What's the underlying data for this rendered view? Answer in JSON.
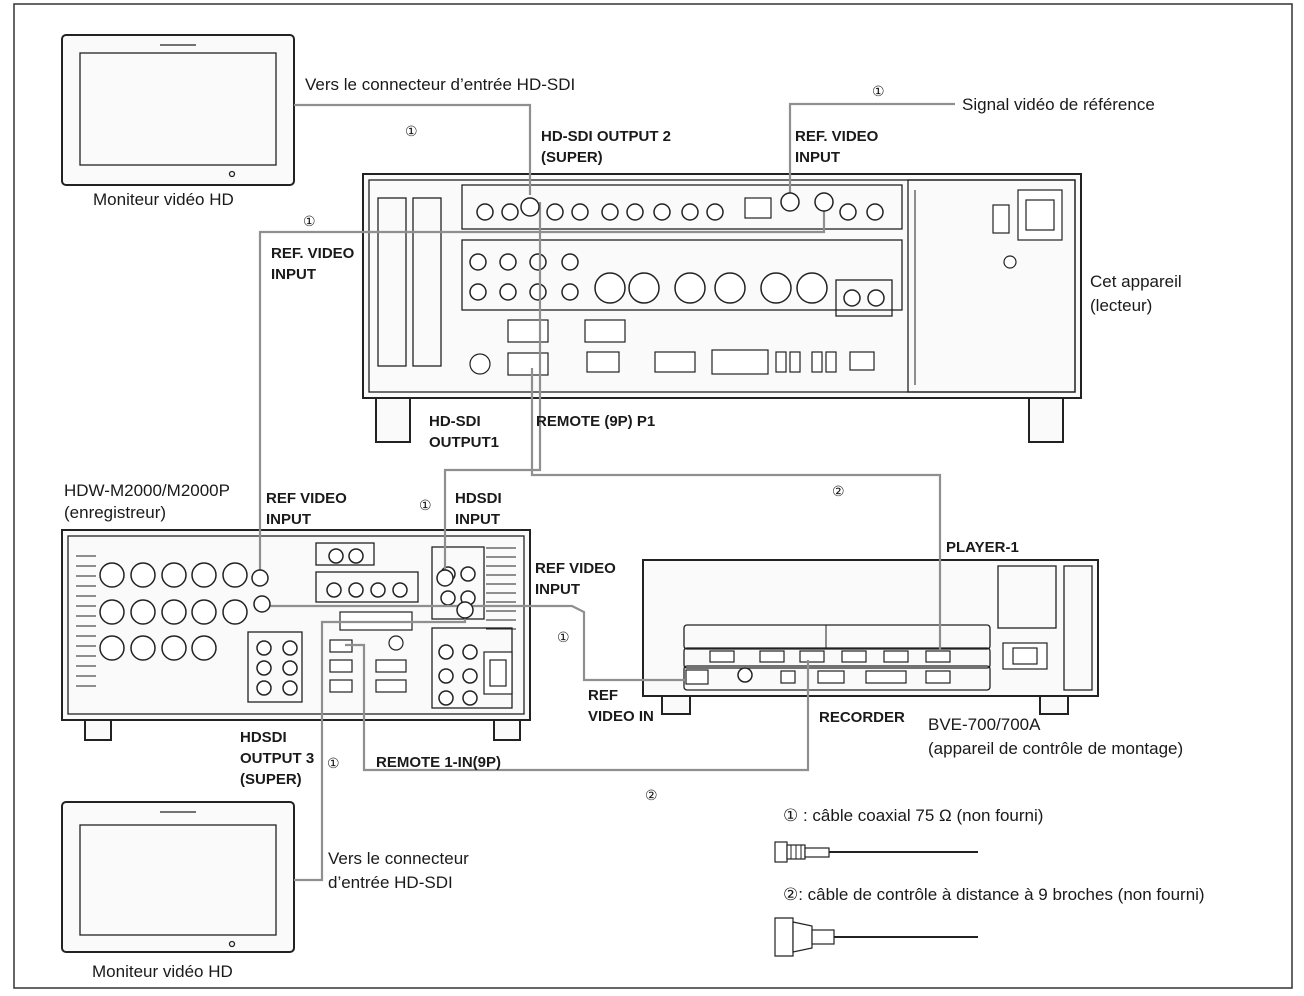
{
  "labels": {
    "monitor_top": "Moniteur vidéo HD",
    "monitor_bottom": "Moniteur vidéo HD",
    "vers_hdsdi_top": "Vers le connecteur d’entrée HD-SDI",
    "vers_hdsdi_bottom_1": "Vers le connecteur",
    "vers_hdsdi_bottom_2": "d’entrée HD-SDI",
    "signal_ref": "Signal vidéo de référence",
    "hdsdi_output2_1": "HD-SDI OUTPUT 2",
    "hdsdi_output2_2": "(SUPER)",
    "ref_video_input_top_1": "REF. VIDEO",
    "ref_video_input_top_2": "INPUT",
    "ref_video_input_left_1": "REF. VIDEO",
    "ref_video_input_left_2": "INPUT",
    "cet_appareil_1": "Cet appareil",
    "cet_appareil_2": "(lecteur)",
    "hdsdi_output1_1": "HD-SDI",
    "hdsdi_output1_2": "OUTPUT1",
    "remote_9p_p1": "REMOTE (9P) P1",
    "hdw_1": "HDW-M2000/M2000P",
    "hdw_2": "(enregistreur)",
    "ref_video_input_hdw_1": "REF VIDEO",
    "ref_video_input_hdw_2": "INPUT",
    "hdsdi_input_1": "HDSDI",
    "hdsdi_input_2": "INPUT",
    "ref_video_input_right_1": "REF VIDEO",
    "ref_video_input_right_2": "INPUT",
    "player1": "PLAYER-1",
    "ref_video_in_1": "REF",
    "ref_video_in_2": "VIDEO IN",
    "recorder": "RECORDER",
    "bve_1": "BVE-700/700A",
    "bve_2": "(appareil de contrôle de montage)",
    "hdsdi_output3_1": "HDSDI",
    "hdsdi_output3_2": "OUTPUT 3",
    "hdsdi_output3_3": "(SUPER)",
    "remote_1_in": "REMOTE 1-IN(9P)",
    "circle_1": "①",
    "circle_2": "②"
  },
  "legend": {
    "item1": "① : câble coaxial 75 Ω (non fourni)",
    "item2": "②: câble de contrôle à distance à 9 broches (non fourni)"
  }
}
